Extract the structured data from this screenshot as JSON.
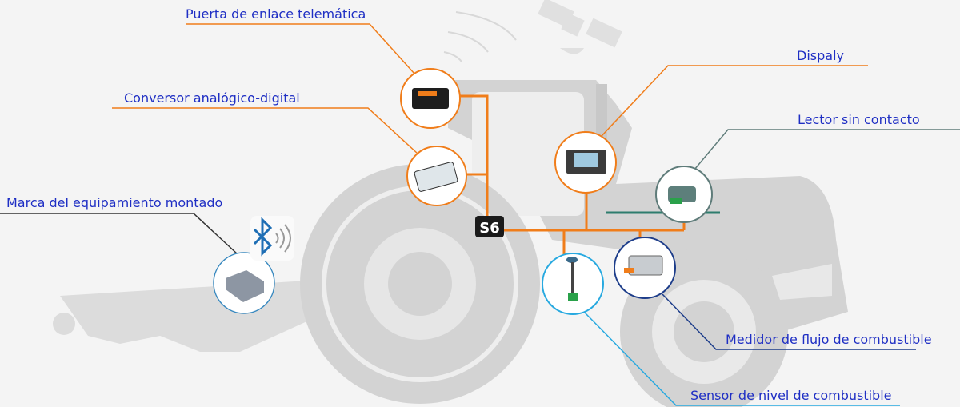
{
  "labels": {
    "gateway": "Puerta de enlace telemática",
    "adc": "Conversor analógico-digital",
    "tag": "Marca del equipamiento montado",
    "display": "Dispaly",
    "reader": "Lector sin contacto",
    "flow": "Medidor de flujo de combustible",
    "level": "Sensor de nivel de combustible"
  },
  "hub": {
    "text": "S6"
  },
  "colors": {
    "wire": "#f07d1a",
    "label": "#1f2fc4",
    "silhouette": "#d3d3d3",
    "background": "#f4f4f4"
  }
}
